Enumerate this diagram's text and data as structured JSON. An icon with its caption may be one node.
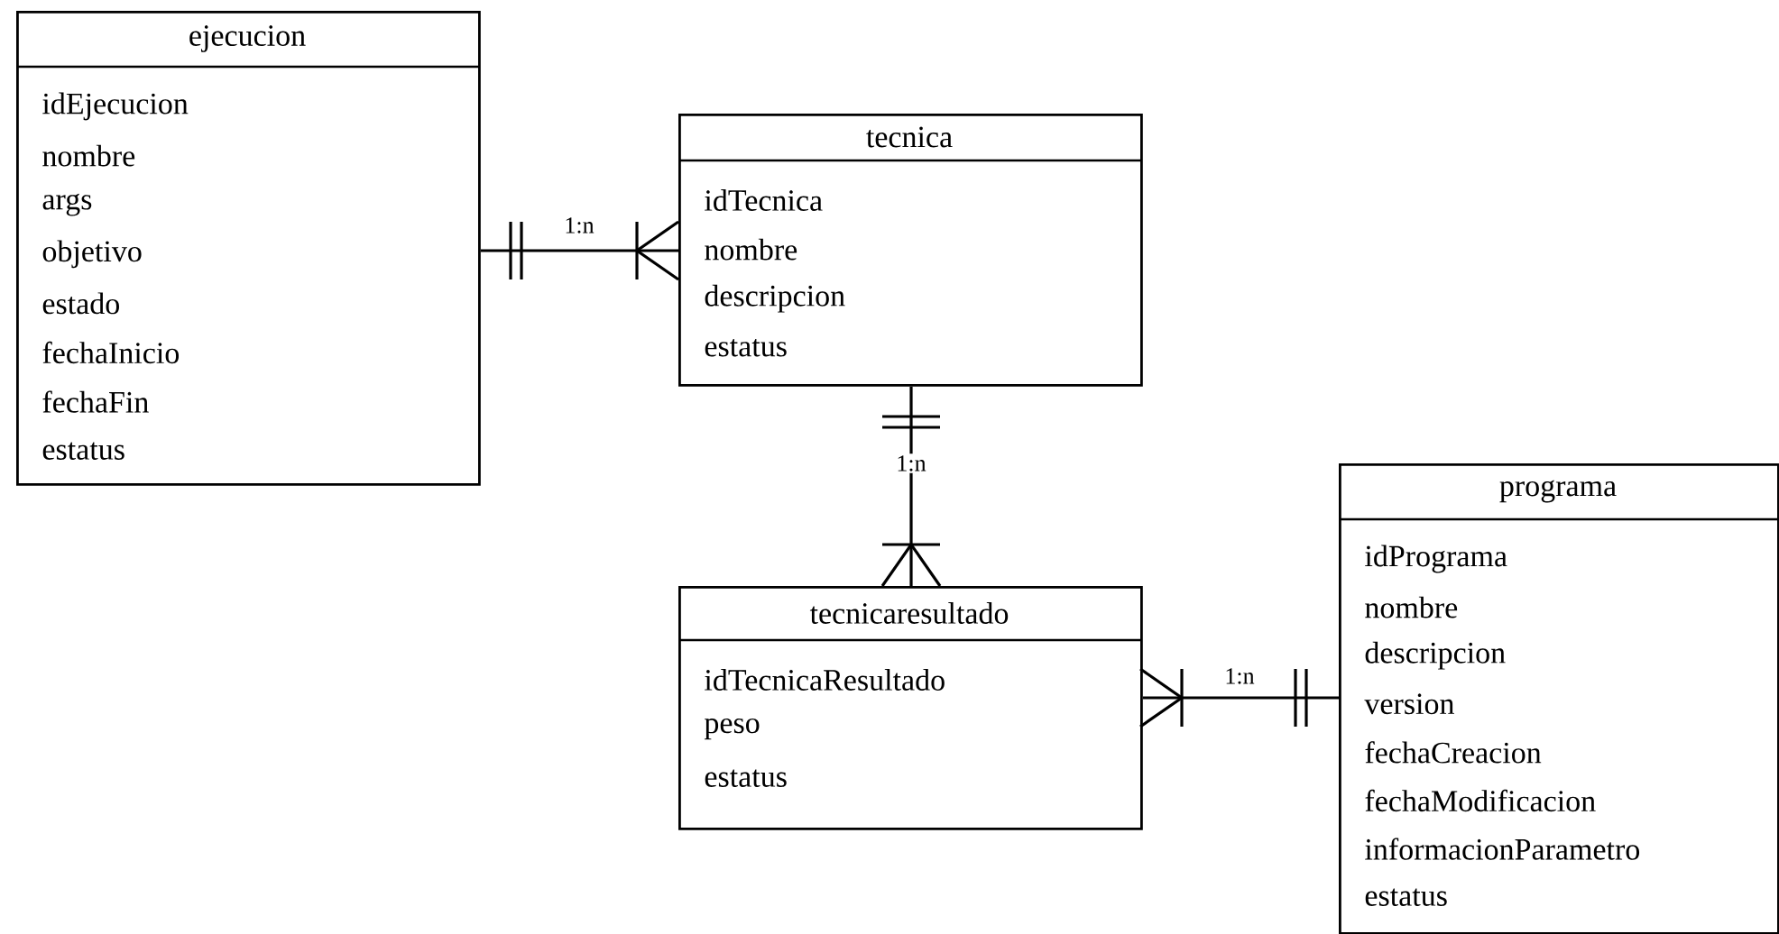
{
  "diagram": {
    "nodes": [
      {
        "text": [
          "ejecucion",
          "idEjecucion",
          "nombre",
          "args",
          "objetivo",
          "estado",
          "fechaInicio",
          "fechaFin",
          "estatus"
        ]
      },
      {
        "text": [
          "tecnica",
          "idTecnica",
          "nombre",
          "descripcion",
          "estatus"
        ]
      },
      {
        "text": [
          "tecnicaresultado",
          "idTecnicaResultado",
          "peso",
          "estatus"
        ]
      },
      {
        "text": [
          "programa",
          "idPrograma",
          "nombre",
          "descripcion",
          "version",
          "fechaCreacion",
          "fechaModificacion",
          "informacionParametro",
          "estatus"
        ]
      }
    ],
    "edges": [
      {
        "from": 0,
        "to": 1,
        "arrow": "other",
        "label": "1:n"
      },
      {
        "from": 1,
        "to": 2,
        "arrow": "other",
        "label": "1:n"
      },
      {
        "from": 3,
        "to": 2,
        "arrow": "other",
        "label": "1:n"
      }
    ]
  }
}
